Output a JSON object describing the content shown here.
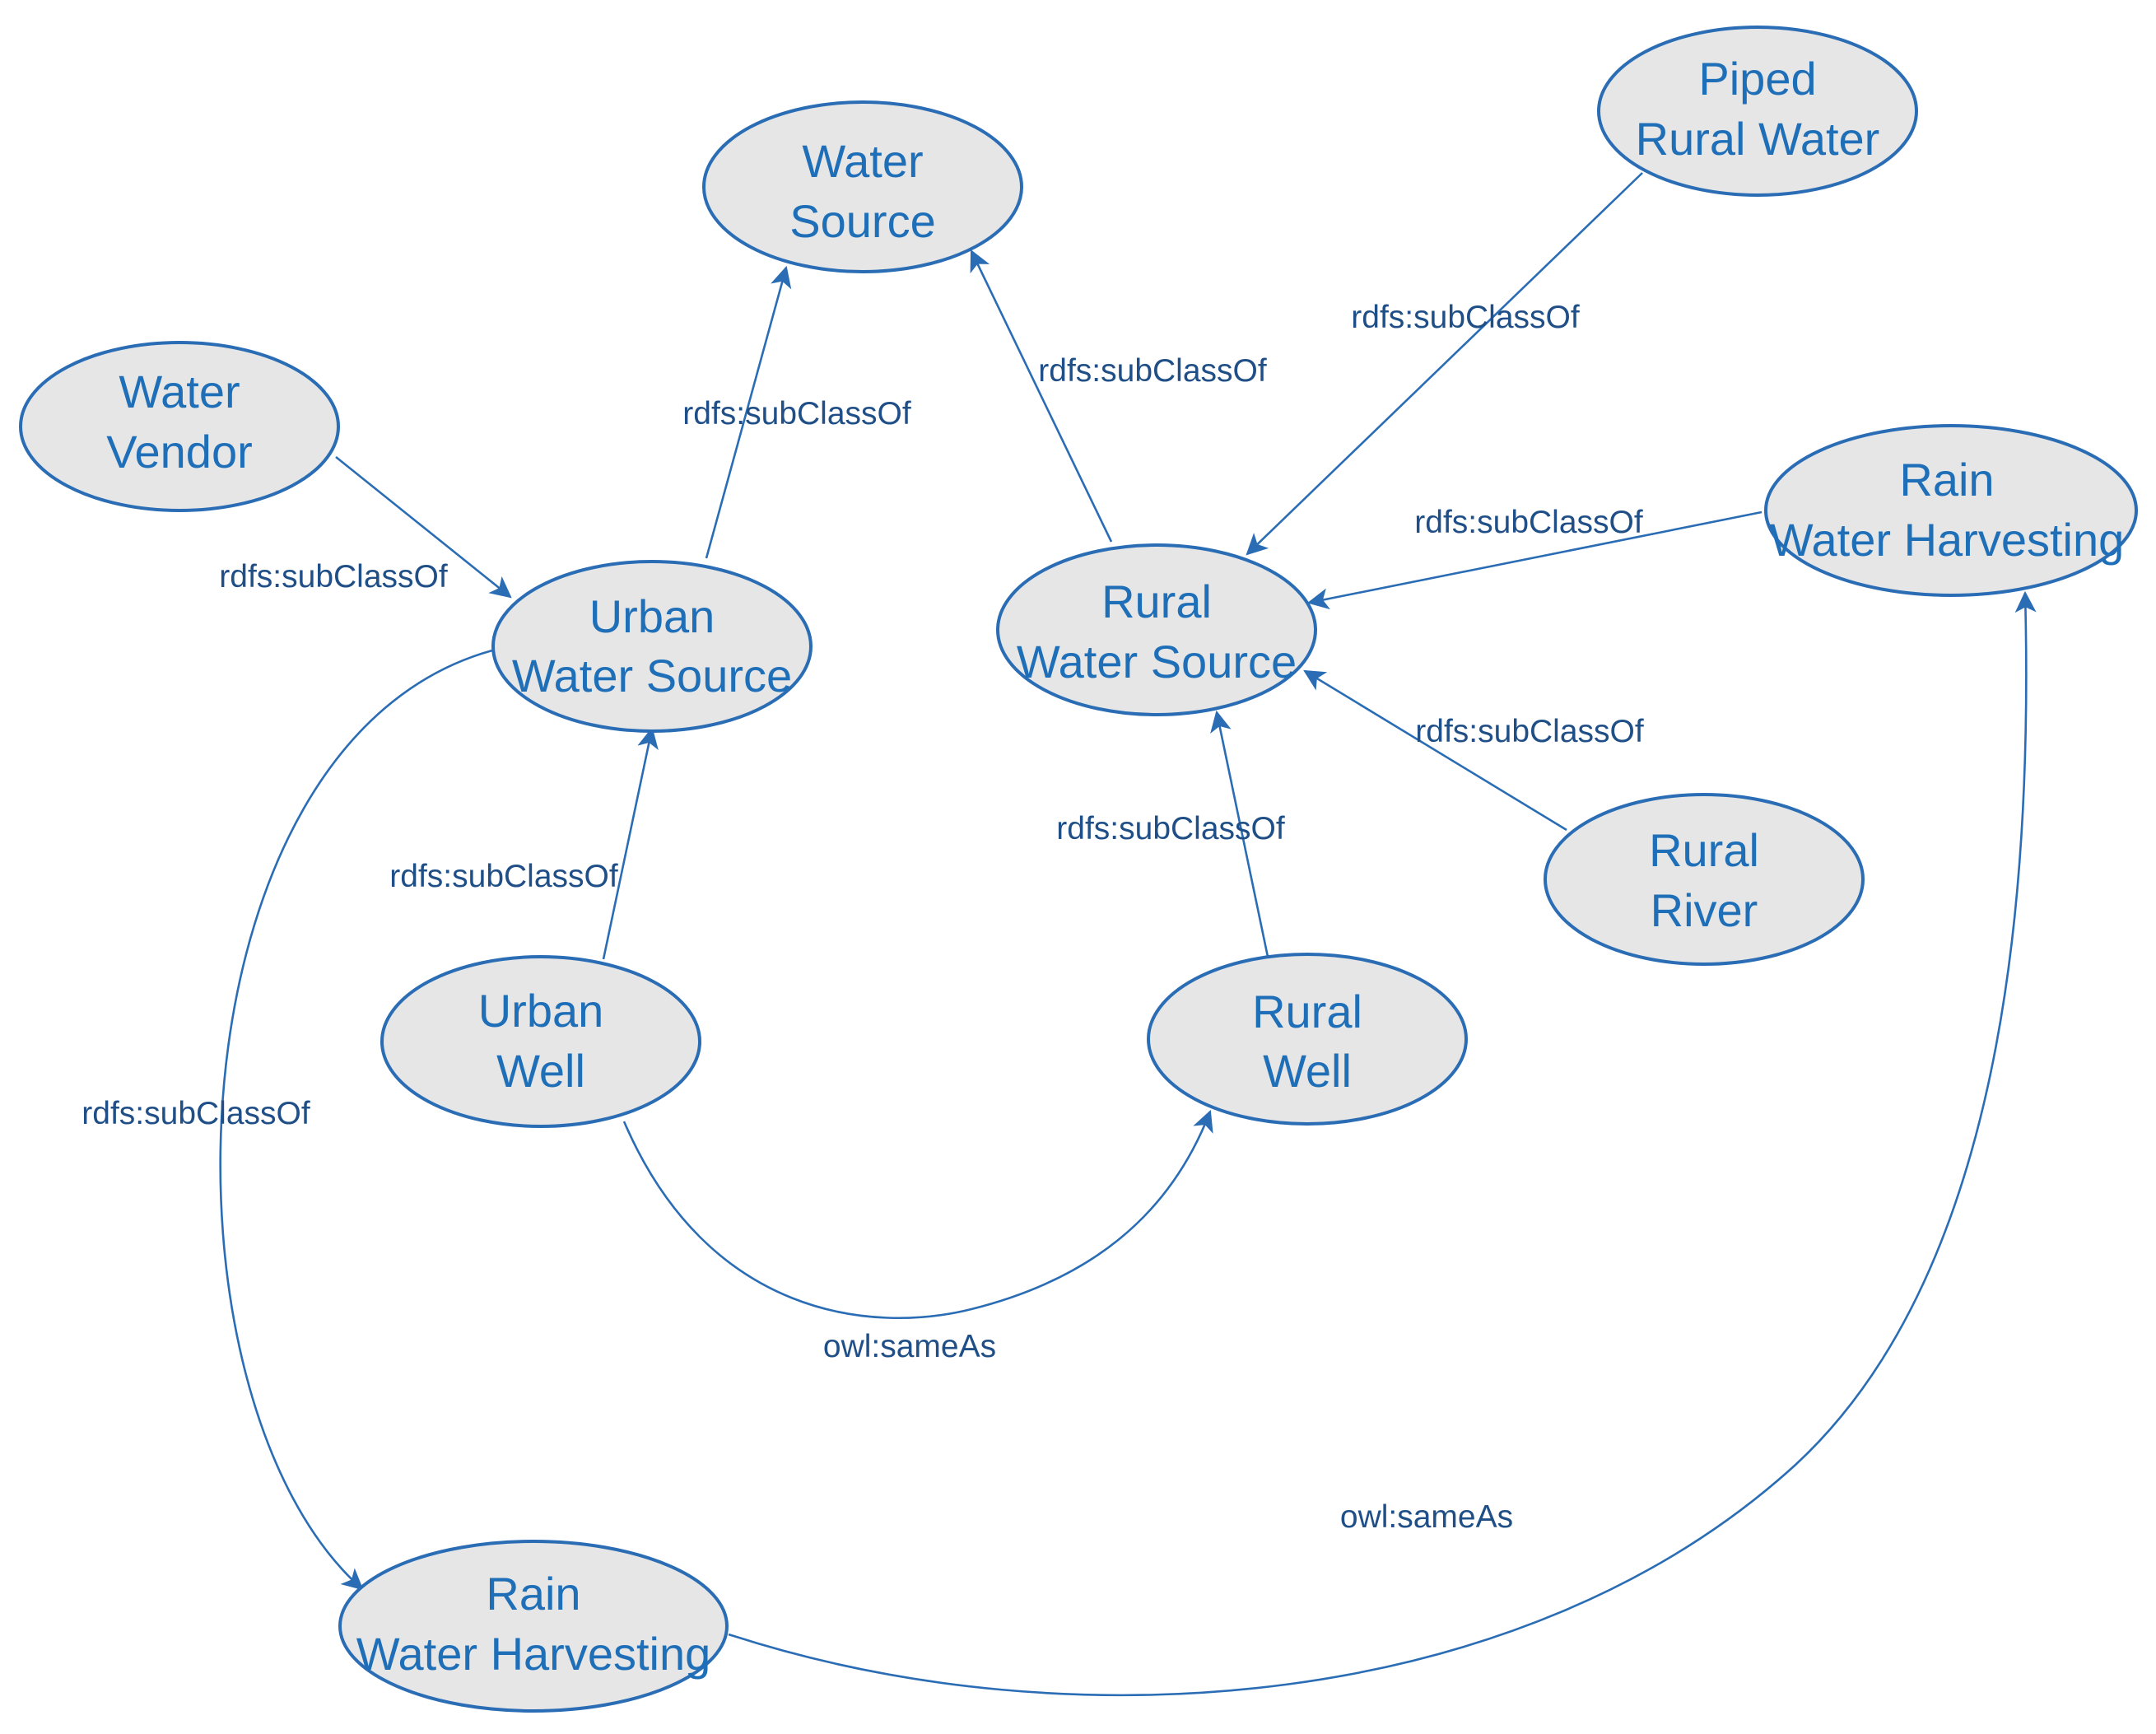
{
  "nodes": {
    "water_source": [
      "Water",
      "Source"
    ],
    "piped_rural_water": [
      "Piped",
      "Rural Water"
    ],
    "water_vendor": [
      "Water",
      "Vendor"
    ],
    "urban_water_source": [
      "Urban",
      "Water Source"
    ],
    "rural_water_source": [
      "Rural",
      "Water Source"
    ],
    "rain_harvesting_rural": [
      "Rain",
      "Water Harvesting"
    ],
    "rural_river": [
      "Rural",
      "River"
    ],
    "urban_well": [
      "Urban",
      "Well"
    ],
    "rural_well": [
      "Rural",
      "Well"
    ],
    "rain_harvesting_urban": [
      "Rain",
      "Water Harvesting"
    ]
  },
  "edges": {
    "urban_to_water_source": "rdfs:subClassOf",
    "rural_to_water_source": "rdfs:subClassOf",
    "piped_to_rural": "rdfs:subClassOf",
    "vendor_to_urban": "rdfs:subClassOf",
    "rainrural_to_rural": "rdfs:subClassOf",
    "river_to_rural": "rdfs:subClassOf",
    "ruralwell_to_rural": "rdfs:subClassOf",
    "urbanwell_to_urban": "rdfs:subClassOf",
    "urban_to_rainurban": "rdfs:subClassOf",
    "wells_same_as": "owl:sameAs",
    "rain_same_as": "owl:sameAs"
  },
  "colors": {
    "node_fill": "#e6e6e6",
    "node_stroke": "#2a6db5",
    "node_text": "#1f6fb8",
    "edge": "#2a6db5",
    "edge_label": "#1f4f86"
  }
}
